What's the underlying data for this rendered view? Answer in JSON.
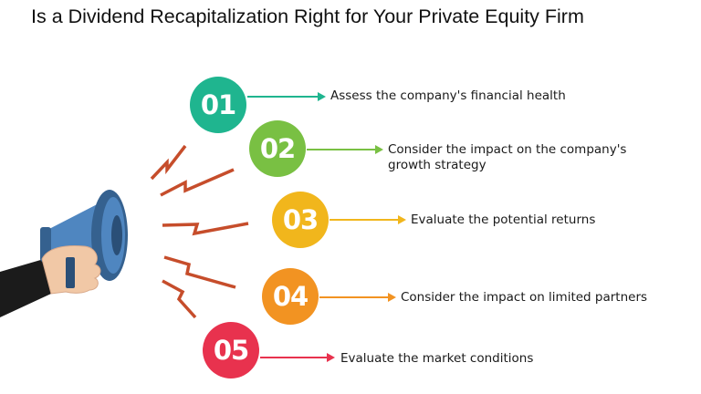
{
  "title": "Is a Dividend Recapitalization Right for Your Private Equity Firm",
  "colors": {
    "step1": "#1fb58f",
    "step2": "#79c043",
    "step3": "#f1b61c",
    "step4": "#f29322",
    "step5": "#e8324e",
    "megaphone_blue": "#4f86c0",
    "lightning": "#c64d2b"
  },
  "icons": [
    "megaphone-icon",
    "lightning-icon"
  ],
  "steps": [
    {
      "number": "01",
      "text": "Assess the company's financial health"
    },
    {
      "number": "02",
      "text": "Consider the impact on the company's growth strategy"
    },
    {
      "number": "03",
      "text": "Evaluate the potential returns"
    },
    {
      "number": "04",
      "text": "Consider the impact on limited partners"
    },
    {
      "number": "05",
      "text": "Evaluate the market conditions"
    }
  ]
}
